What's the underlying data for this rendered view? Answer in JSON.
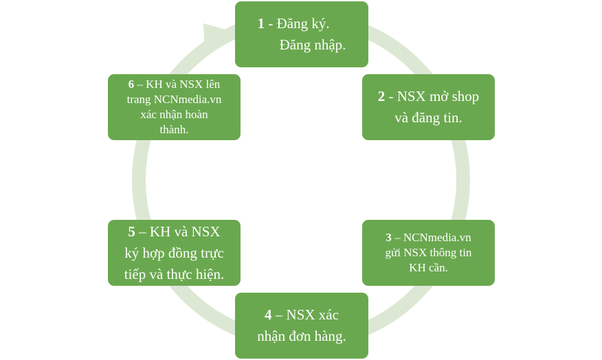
{
  "diagram": {
    "type": "cycle",
    "colors": {
      "box": "#6aa84f",
      "ring": "#dce8d4",
      "text": "#ffffff"
    },
    "steps": [
      {
        "num": "1",
        "sep": " - ",
        "line1": "Đăng  ký.",
        "line2": "Đăng  nhập."
      },
      {
        "num": "2",
        "sep": " - ",
        "line1": "NSX mở shop",
        "line2": "và  đăng  tin."
      },
      {
        "num": "3",
        "sep": " – ",
        "line1": "NCNmedia.vn",
        "line2": "gửi NSX thông tin",
        "line3": "KH cần."
      },
      {
        "num": "4",
        "sep": " – ",
        "line1": "NSX xác",
        "line2": "nhận đơn hàng."
      },
      {
        "num": "5",
        "sep": " – ",
        "line1": "KH và  NSX",
        "line2": "ký hợp đồng trực",
        "line3": "tiếp và  thực hiện."
      },
      {
        "num": "6",
        "sep": " – ",
        "line1": "KH và NSX lên",
        "line2": "trang NCNmedia.vn",
        "line3": "xác nhận hoàn",
        "line4": "thành."
      }
    ]
  }
}
